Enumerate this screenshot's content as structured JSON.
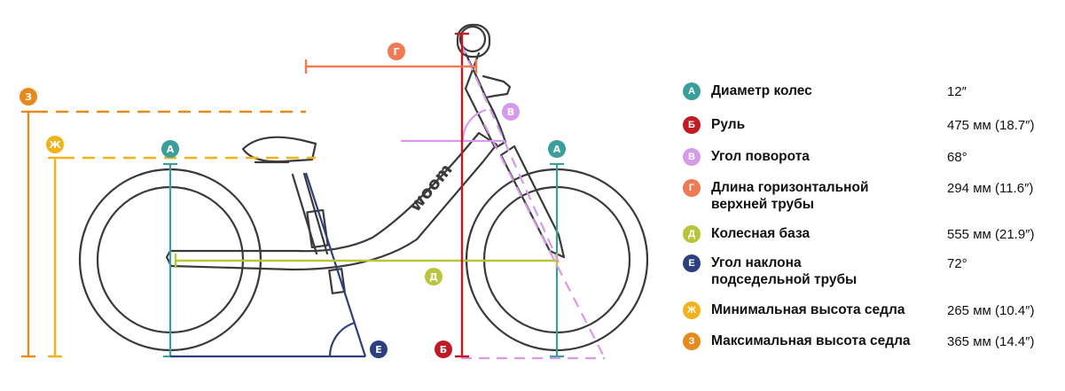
{
  "brand": "woom",
  "colors": {
    "A": "#3a9e9a",
    "B": "#c21a24",
    "V": "#d59be8",
    "G": "#ef7a56",
    "D": "#b9c43a",
    "E": "#2c3f7f",
    "Zh": "#f2b21b",
    "Z": "#e78a1e",
    "frame": "#3a3a3a"
  },
  "legend": [
    {
      "letter": "А",
      "color": "#3a9e9a",
      "label": "Диаметр колес",
      "value": "12″"
    },
    {
      "letter": "Б",
      "color": "#c21a24",
      "label": "Руль",
      "value": "475 мм (18.7″)"
    },
    {
      "letter": "В",
      "color": "#d59be8",
      "label": "Угол поворота",
      "value": "68°"
    },
    {
      "letter": "Г",
      "color": "#ef7a56",
      "label": "Длина горизонтальной верхней трубы",
      "value": "294 мм (11.6″)"
    },
    {
      "letter": "Д",
      "color": "#b9c43a",
      "label": "Колесная база",
      "value": "555 мм (21.9″)"
    },
    {
      "letter": "Е",
      "color": "#2c3f7f",
      "label": "Угол наклона подседельной трубы",
      "value": "72°"
    },
    {
      "letter": "Ж",
      "color": "#f2b21b",
      "label": "Минимальная высота седла",
      "value": "265 мм (10.4″)"
    },
    {
      "letter": "З",
      "color": "#e78a1e",
      "label": "Максимальная высота седла",
      "value": "365 мм (14.4″)"
    }
  ]
}
